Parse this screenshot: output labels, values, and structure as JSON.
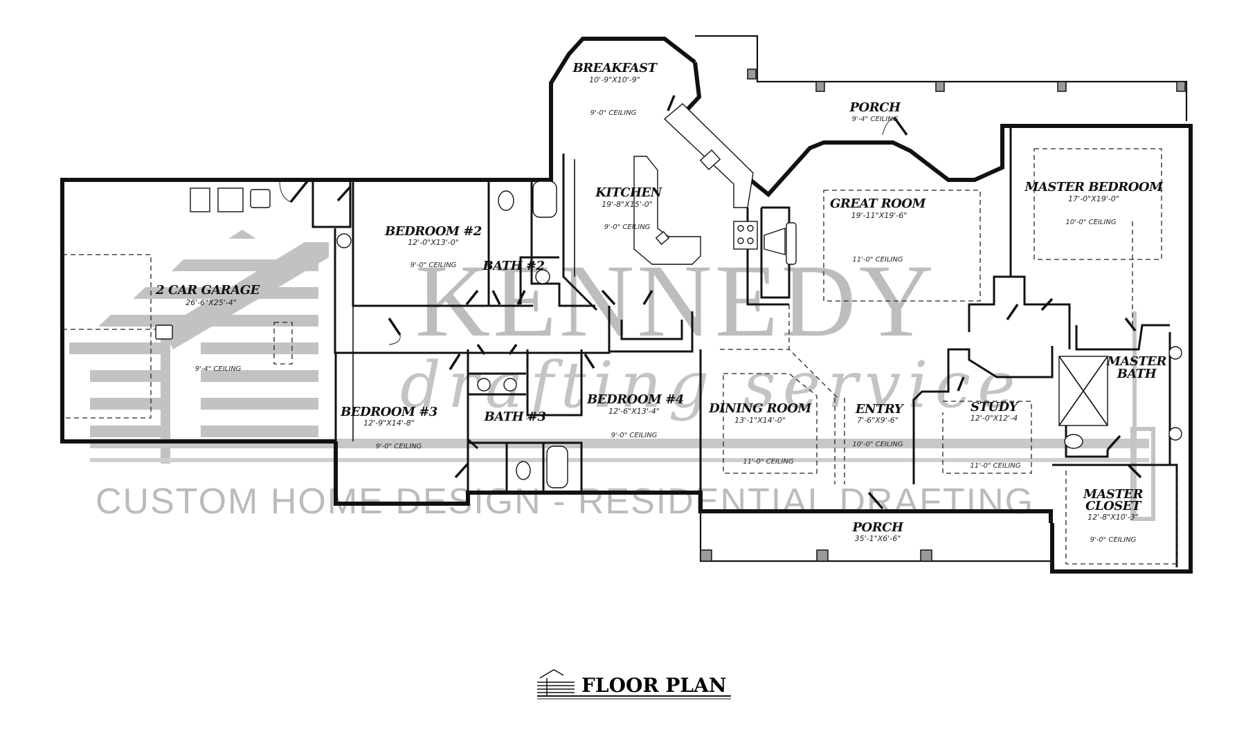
{
  "drawing": {
    "title": "FLOOR PLAN",
    "title_icon": "house-logo-icon"
  },
  "watermark": {
    "brand": "KENNEDY",
    "subtitle": "drafting service",
    "tagline": "CUSTOM HOME DESIGN - RESIDENTIAL DRAFTING",
    "color": "#bdbdbd"
  },
  "rooms": {
    "garage": {
      "name": "2 CAR GARAGE",
      "dims": "26'-6\"X25'-4\"",
      "ceiling": "9'-4\"  CEILING"
    },
    "bedroom2": {
      "name": "BEDROOM #2",
      "dims": "12'-0\"X13'-0\"",
      "ceiling": "9'-0\"  CEILING"
    },
    "bath2": {
      "name": "BATH #2"
    },
    "breakfast": {
      "name": "BREAKFAST",
      "dims": "10'-9\"X10'-9\"",
      "ceiling": "9'-0\"  CEILING"
    },
    "kitchen": {
      "name": "KITCHEN",
      "dims": "19'-8\"X15'-0\"",
      "ceiling": "9'-0\"  CEILING"
    },
    "porch_rear": {
      "name": "PORCH",
      "ceiling": "9'-4\"  CEILING"
    },
    "great_room": {
      "name": "GREAT ROOM",
      "dims": "19'-11\"X19'-6\"",
      "ceiling": "11'-0\"  CEILING"
    },
    "master_bedroom": {
      "name": "MASTER BEDROOM",
      "dims": "17'-0\"X19'-0\"",
      "ceiling": "10'-0\"  CEILING"
    },
    "master_bath": {
      "name_line1": "MASTER",
      "name_line2": "BATH"
    },
    "master_closet": {
      "name_line1": "MASTER",
      "name_line2": "CLOSET",
      "dims": "12'-8\"X10'-3\"",
      "ceiling": "9'-0\"  CEILING"
    },
    "bedroom3": {
      "name": "BEDROOM #3",
      "dims": "12'-9\"X14'-8\"",
      "ceiling": "9'-0\"  CEILING"
    },
    "bath3": {
      "name": "BATH #3"
    },
    "bedroom4": {
      "name": "BEDROOM #4",
      "dims": "12'-6\"X13'-4\"",
      "ceiling": "9'-0\"  CEILING"
    },
    "dining_room": {
      "name": "DINING ROOM",
      "dims": "13'-1\"X14'-0\"",
      "ceiling": "11'-0\"  CEILING"
    },
    "entry": {
      "name": "ENTRY",
      "dims": "7'-6\"X9'-6\"",
      "ceiling": "10'-0\"  CEILING"
    },
    "study": {
      "name": "STUDY",
      "dims": "12'-0\"X12'-4",
      "ceiling": "11'-0\"  CEILING"
    },
    "porch_front": {
      "name": "PORCH",
      "dims": "35'-1\"X6'-6\""
    }
  }
}
